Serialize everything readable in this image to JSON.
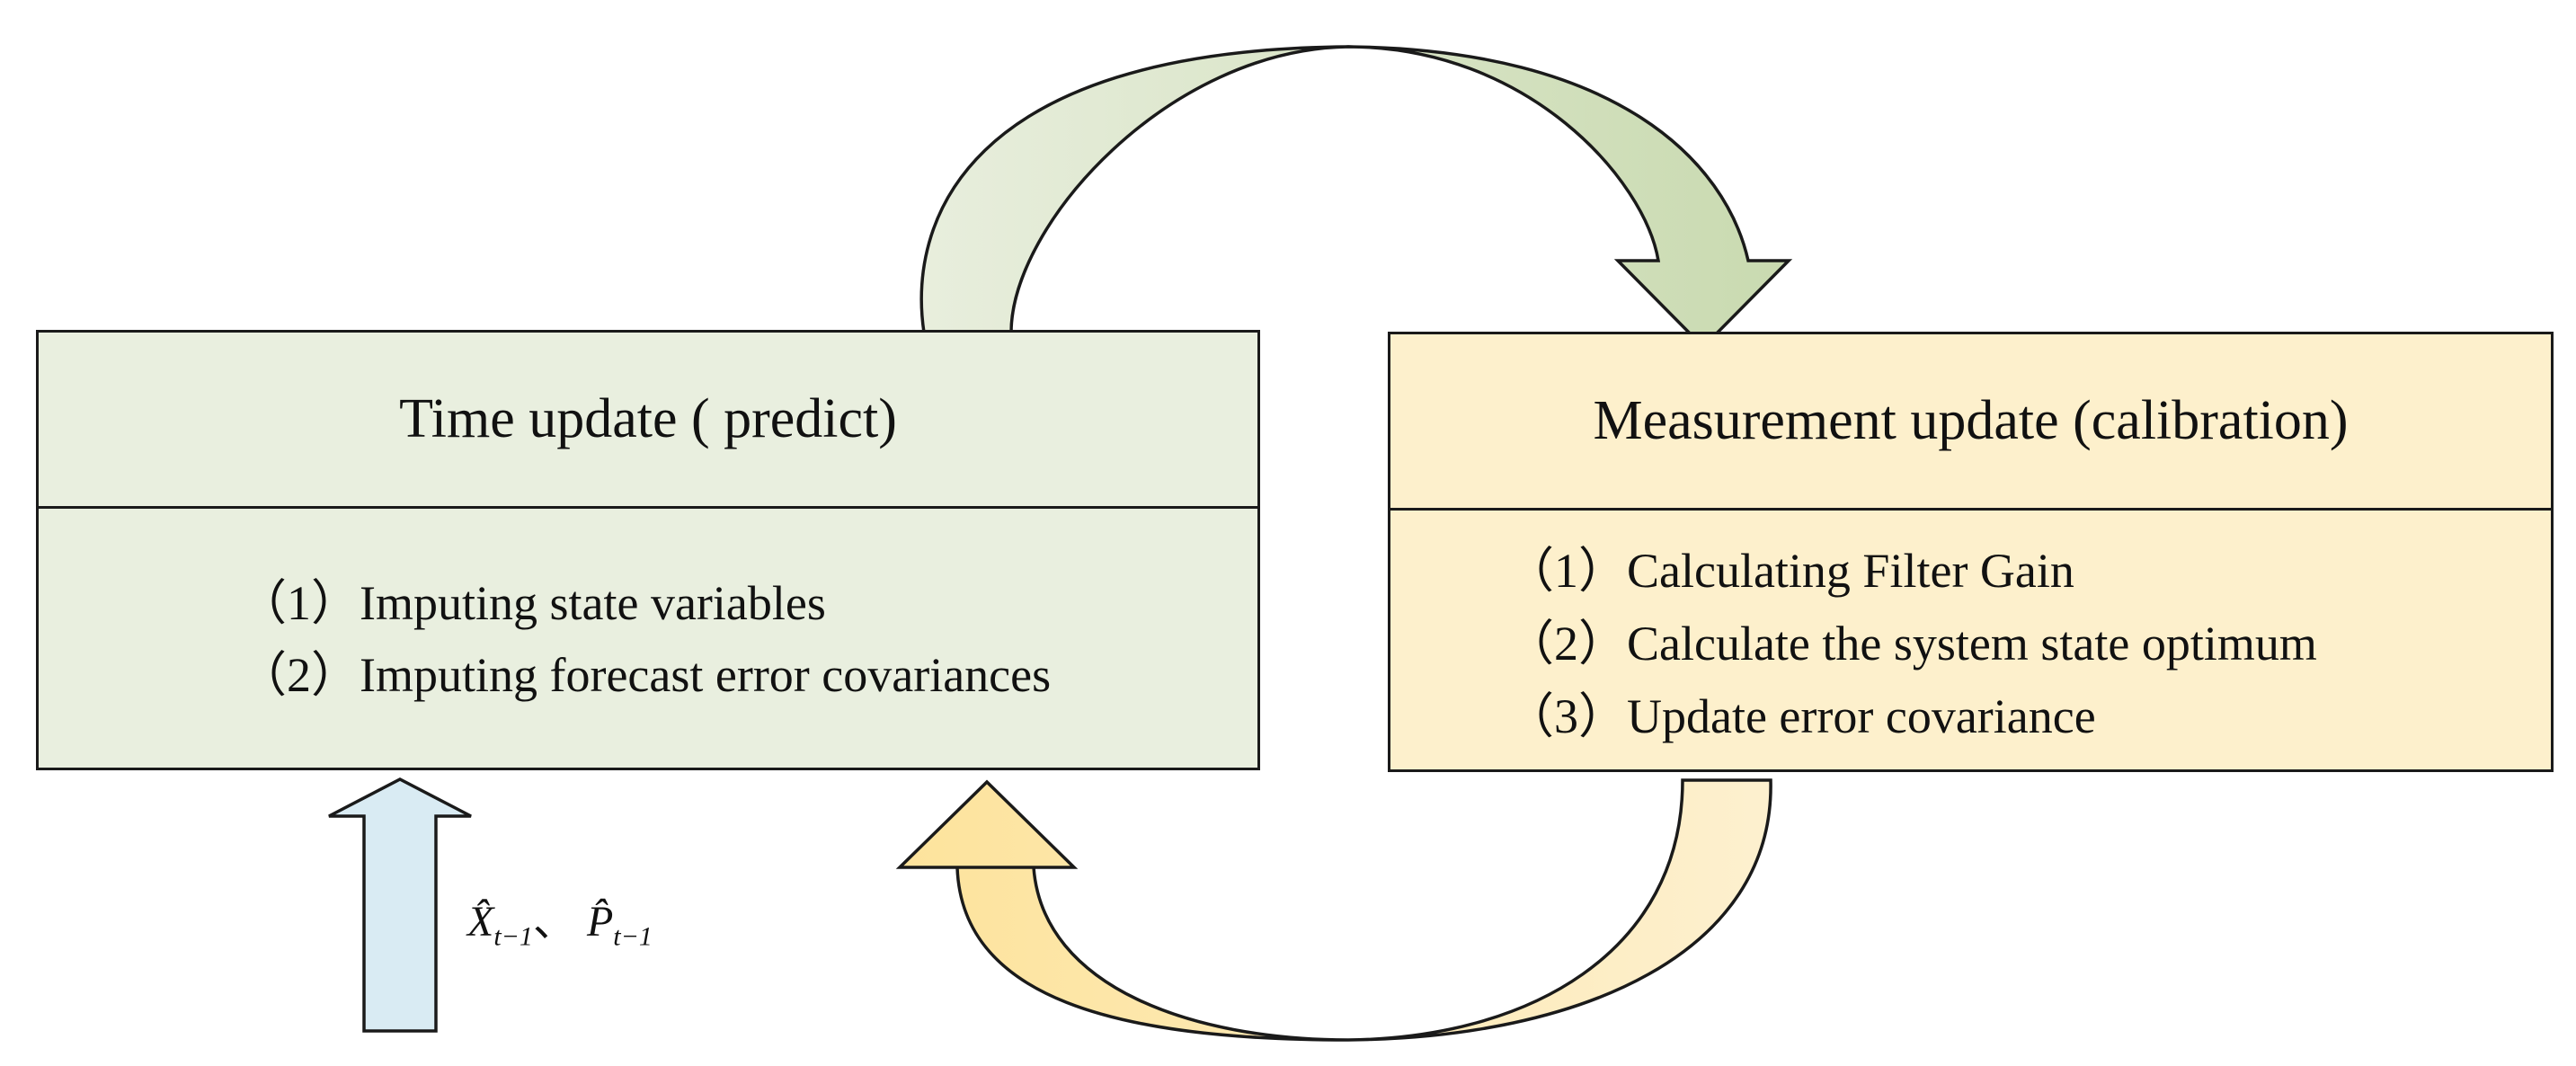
{
  "time_update": {
    "title": "Time update ( predict)",
    "items": [
      "（1）Imputing state variables",
      "（2）Imputing forecast error covariances"
    ]
  },
  "measurement_update": {
    "title": "Measurement update (calibration)",
    "items": [
      "（1）Calculating Filter Gain",
      "（2）Calculate the system state optimum",
      "（3）Update error covariance"
    ]
  },
  "inputs": {
    "x_symbol": "X̂",
    "x_subscript": "t−1",
    "separator": "、",
    "p_symbol": "P̂",
    "p_subscript": "t−1"
  },
  "colors": {
    "time_box_fill": "#e9efdf",
    "measurement_box_fill": "#fdf0cc",
    "top_arrow_light": "#e8eedd",
    "top_arrow_dark": "#c9dab0",
    "bottom_arrow_light": "#fdf0cf",
    "bottom_arrow_dark": "#fde39c",
    "input_arrow_fill": "#d9ebf3",
    "stroke": "#1a1a1a"
  }
}
